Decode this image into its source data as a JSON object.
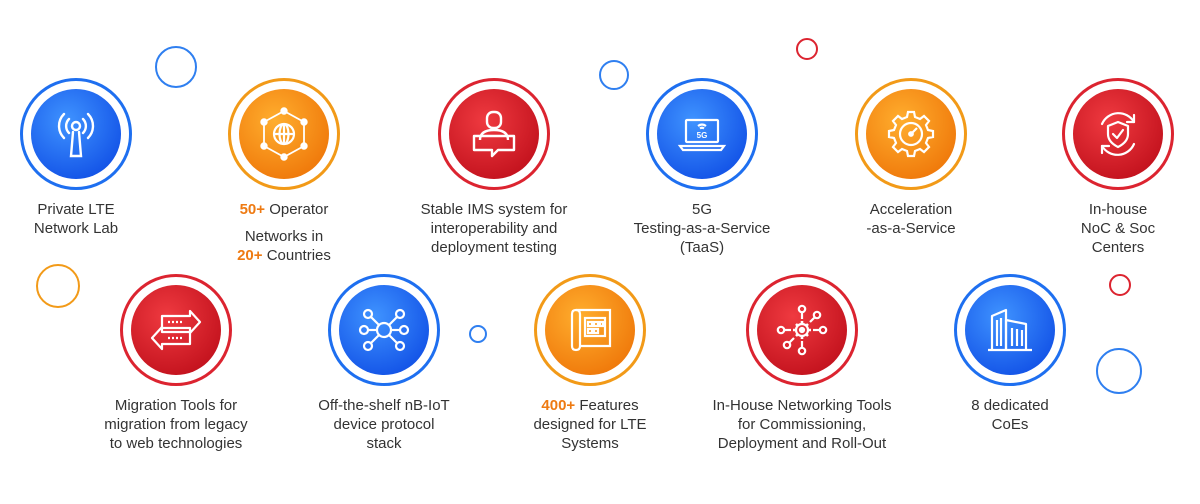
{
  "colors": {
    "blue": "#1e6ff0",
    "orange": "#f29a18",
    "red": "#dc2430",
    "highlight": "#ee7a12"
  },
  "features": [
    {
      "icon": "antenna-icon",
      "color": "blue",
      "lines": [
        "Private LTE",
        "Network Lab"
      ]
    },
    {
      "icon": "globe-network-icon",
      "color": "orange",
      "highlight1": "50+",
      "text1": " Operator",
      "text2": "Networks in",
      "highlight3": "20+",
      "text3": " Countries"
    },
    {
      "icon": "support-agent-icon",
      "color": "red",
      "lines": [
        "Stable IMS system for",
        "interoperability and",
        "deployment testing"
      ]
    },
    {
      "icon": "laptop-5g-icon",
      "color": "blue",
      "screen_text": "5G",
      "lines": [
        "5G",
        "Testing-as-a-Service",
        "(TaaS)"
      ]
    },
    {
      "icon": "gear-speedometer-icon",
      "color": "orange",
      "lines": [
        "Acceleration",
        "-as-a-Service"
      ]
    },
    {
      "icon": "shield-check-icon",
      "color": "red",
      "lines": [
        "In-house",
        "NoC & Soc",
        "Centers"
      ]
    },
    {
      "icon": "migration-arrows-icon",
      "color": "red",
      "lines": [
        "Migration Tools for",
        "migration from legacy",
        "to web technologies"
      ]
    },
    {
      "icon": "iot-hub-icon",
      "color": "blue",
      "lines": [
        "Off-the-shelf nB-IoT",
        "device protocol",
        "stack"
      ]
    },
    {
      "icon": "blueprint-icon",
      "color": "orange",
      "highlight": "400+",
      "text1": " Features",
      "text2": "designed for LTE",
      "text3": "Systems"
    },
    {
      "icon": "network-gear-icon",
      "color": "red",
      "lines": [
        "In-House Networking Tools",
        "for Commissioning,",
        "Deployment and Roll-Out"
      ]
    },
    {
      "icon": "buildings-icon",
      "color": "blue",
      "lines": [
        "8 dedicated",
        "CoEs"
      ]
    }
  ]
}
